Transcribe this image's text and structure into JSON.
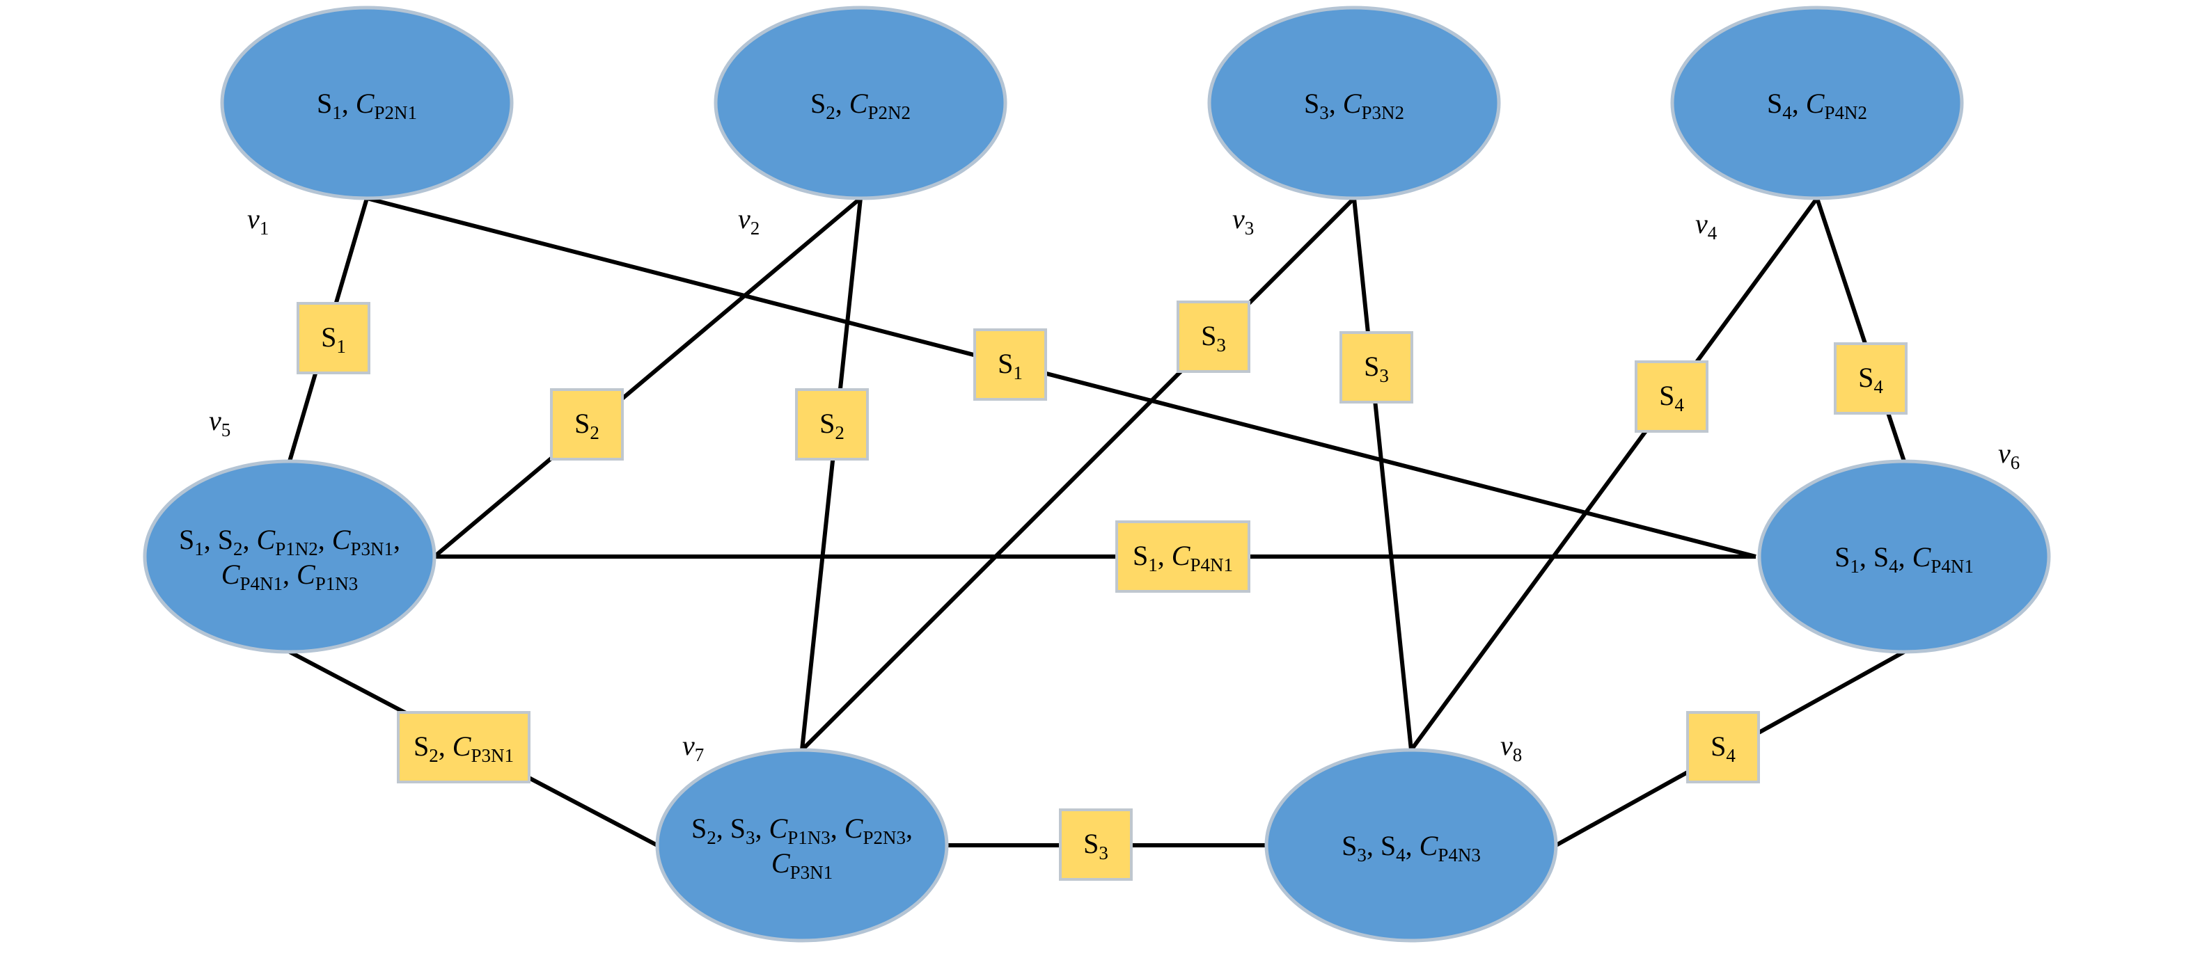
{
  "nodes": [
    {
      "id": "n1",
      "vertex": "v",
      "vsub": "1",
      "lines": [
        [
          {
            "t": "S"
          },
          {
            "s": "1"
          },
          {
            "t": ", "
          },
          {
            "i": "C"
          },
          {
            "s": "P2N1"
          }
        ]
      ]
    },
    {
      "id": "n2",
      "vertex": "v",
      "vsub": "2",
      "lines": [
        [
          {
            "t": "S"
          },
          {
            "s": "2"
          },
          {
            "t": ", "
          },
          {
            "i": "C"
          },
          {
            "s": "P2N2"
          }
        ]
      ]
    },
    {
      "id": "n3",
      "vertex": "v",
      "vsub": "3",
      "lines": [
        [
          {
            "t": "S"
          },
          {
            "s": "3"
          },
          {
            "t": ", "
          },
          {
            "i": "C"
          },
          {
            "s": "P3N2"
          }
        ]
      ]
    },
    {
      "id": "n4",
      "vertex": "v",
      "vsub": "4",
      "lines": [
        [
          {
            "t": "S"
          },
          {
            "s": "4"
          },
          {
            "t": ", "
          },
          {
            "i": "C"
          },
          {
            "s": "P4N2"
          }
        ]
      ]
    },
    {
      "id": "n5",
      "vertex": "v",
      "vsub": "5",
      "lines": [
        [
          {
            "t": "S"
          },
          {
            "s": "1"
          },
          {
            "t": ", S"
          },
          {
            "s": "2"
          },
          {
            "t": ", "
          },
          {
            "i": "C"
          },
          {
            "s": "P1N2"
          },
          {
            "t": ", "
          },
          {
            "i": "C"
          },
          {
            "s": "P3N1"
          },
          {
            "t": ","
          }
        ],
        [
          {
            "i": "C"
          },
          {
            "s": "P4N1"
          },
          {
            "t": ", "
          },
          {
            "i": "C"
          },
          {
            "s": "P1N3"
          }
        ]
      ]
    },
    {
      "id": "n6",
      "vertex": "v",
      "vsub": "6",
      "lines": [
        [
          {
            "t": "S"
          },
          {
            "s": "1"
          },
          {
            "t": ", S"
          },
          {
            "s": "4"
          },
          {
            "t": ", "
          },
          {
            "i": "C"
          },
          {
            "s": "P4N1"
          }
        ]
      ]
    },
    {
      "id": "n7",
      "vertex": "v",
      "vsub": "7",
      "lines": [
        [
          {
            "t": "S"
          },
          {
            "s": "2"
          },
          {
            "t": ", S"
          },
          {
            "s": "3"
          },
          {
            "t": ", "
          },
          {
            "i": "C"
          },
          {
            "s": "P1N3"
          },
          {
            "t": ", "
          },
          {
            "i": "C"
          },
          {
            "s": "P2N3"
          },
          {
            "t": ","
          }
        ],
        [
          {
            "i": "C"
          },
          {
            "s": "P3N1"
          }
        ]
      ]
    },
    {
      "id": "n8",
      "vertex": "v",
      "vsub": "8",
      "lines": [
        [
          {
            "t": "S"
          },
          {
            "s": "3"
          },
          {
            "t": ", S"
          },
          {
            "s": "4"
          },
          {
            "t": ", "
          },
          {
            "i": "C"
          },
          {
            "s": "P4N3"
          }
        ]
      ]
    }
  ],
  "edges": [
    {
      "from": "n1",
      "to": "n5",
      "label": [
        {
          "t": "S"
        },
        {
          "s": "1"
        }
      ]
    },
    {
      "from": "n1",
      "to": "n6",
      "label": [
        {
          "t": "S"
        },
        {
          "s": "1"
        }
      ]
    },
    {
      "from": "n2",
      "to": "n5",
      "label": [
        {
          "t": "S"
        },
        {
          "s": "2"
        }
      ]
    },
    {
      "from": "n2",
      "to": "n7",
      "label": [
        {
          "t": "S"
        },
        {
          "s": "2"
        }
      ]
    },
    {
      "from": "n3",
      "to": "n7",
      "label": [
        {
          "t": "S"
        },
        {
          "s": "3"
        }
      ]
    },
    {
      "from": "n3",
      "to": "n8",
      "label": [
        {
          "t": "S"
        },
        {
          "s": "3"
        }
      ]
    },
    {
      "from": "n4",
      "to": "n8",
      "label": [
        {
          "t": "S"
        },
        {
          "s": "4"
        }
      ]
    },
    {
      "from": "n4",
      "to": "n6",
      "label": [
        {
          "t": "S"
        },
        {
          "s": "4"
        }
      ]
    },
    {
      "from": "n5",
      "to": "n6",
      "label": [
        {
          "t": "S"
        },
        {
          "s": "1"
        },
        {
          "t": ", "
        },
        {
          "i": "C"
        },
        {
          "s": "P4N1"
        }
      ]
    },
    {
      "from": "n5",
      "to": "n7",
      "label": [
        {
          "t": "S"
        },
        {
          "s": "2"
        },
        {
          "t": ", "
        },
        {
          "i": "C"
        },
        {
          "s": "P3N1"
        }
      ]
    },
    {
      "from": "n7",
      "to": "n8",
      "label": [
        {
          "t": "S"
        },
        {
          "s": "3"
        }
      ]
    },
    {
      "from": "n8",
      "to": "n6",
      "label": [
        {
          "t": "S"
        },
        {
          "s": "4"
        }
      ]
    }
  ]
}
